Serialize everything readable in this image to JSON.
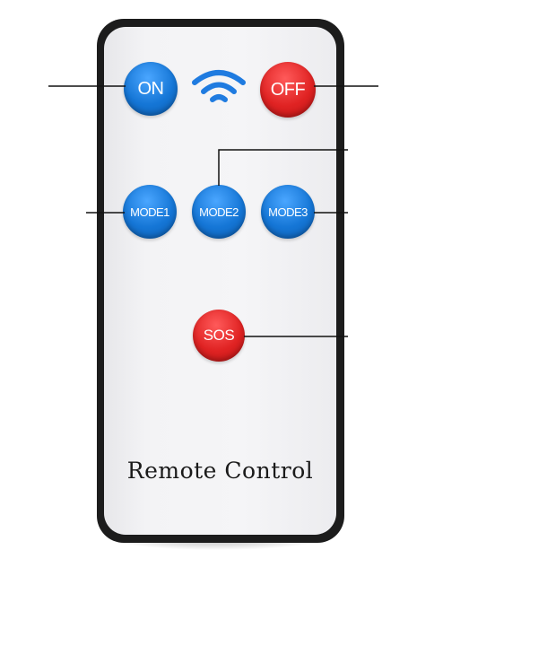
{
  "remote": {
    "buttons": {
      "on": "ON",
      "off": "OFF",
      "mode1": "MODE1",
      "mode2": "MODE2",
      "mode3": "MODE3",
      "sos": "SOS"
    },
    "label": "Remote Control"
  },
  "icons": {
    "signal": "wifi-icon"
  },
  "colors": {
    "blue_button": "#1576d6",
    "red_button": "#e02323",
    "casing": "#1c1c1c",
    "face": "#f3f3f5",
    "callout_line": "#111111"
  }
}
